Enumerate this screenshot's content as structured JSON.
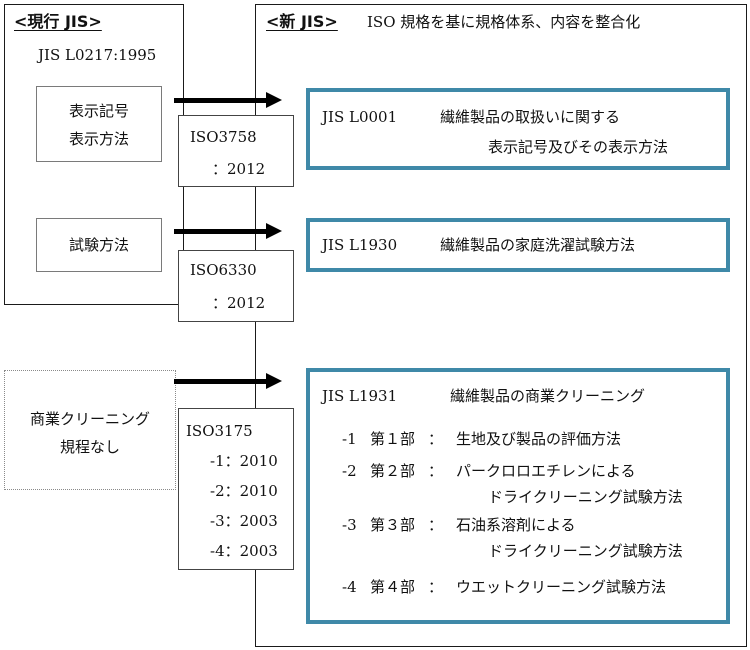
{
  "current": {
    "heading": "<現行 JIS>",
    "standard": "JIS L0217:1995",
    "box1_line1": "表示記号",
    "box1_line2": "表示方法",
    "box2": "試験方法",
    "box3_line1": "商業クリーニング",
    "box3_line2": "規程なし"
  },
  "iso": {
    "iso1_name": "ISO3758",
    "iso1_year": "：2012",
    "iso2_name": "ISO6330",
    "iso2_year": "：2012",
    "iso3_name": "ISO3175",
    "iso3_parts": [
      "-1：2010",
      "-2：2010",
      "-3：2003",
      "-4：2003"
    ]
  },
  "new": {
    "heading": "<新 JIS>",
    "heading_note": "ISO 規格を基に規格体系、内容を整合化",
    "std1_code": "JIS L0001",
    "std1_title_line1": "繊維製品の取扱いに関する",
    "std1_title_line2": "表示記号及びその表示方法",
    "std2_code": "JIS L1930",
    "std2_title": "繊維製品の家庭洗濯試験方法",
    "std3_code": "JIS L1931",
    "std3_title": "繊維製品の商業クリーニング",
    "parts": [
      {
        "num": "-1",
        "label": "第１部",
        "title_line1": "生地及び製品の評価方法",
        "title_line2": ""
      },
      {
        "num": "-2",
        "label": "第２部",
        "title_line1": "パークロロエチレンによる",
        "title_line2": "ドライクリーニング試験方法"
      },
      {
        "num": "-3",
        "label": "第３部",
        "title_line1": "石油系溶剤による",
        "title_line2": "ドライクリーニング試験方法"
      },
      {
        "num": "-4",
        "label": "第４部",
        "title_line1": "ウエットクリーニング試験方法",
        "title_line2": ""
      }
    ],
    "colon": "："
  },
  "colors": {
    "accent": "#3f89a8"
  }
}
